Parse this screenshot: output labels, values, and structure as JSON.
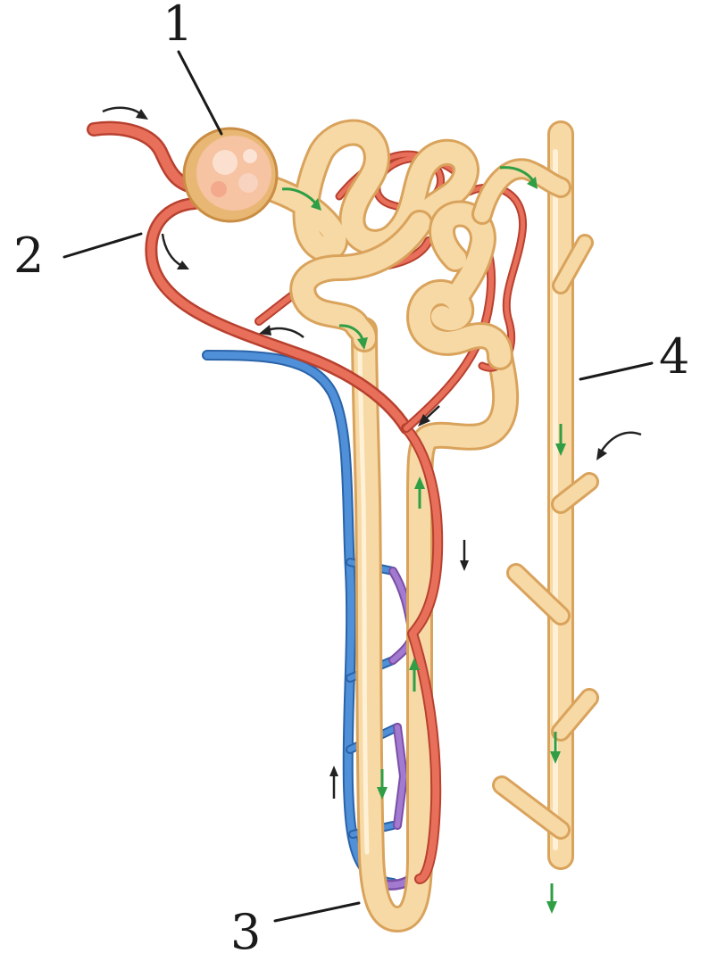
{
  "labels": {
    "one": "1",
    "two": "2",
    "three": "3",
    "four": "4"
  },
  "colors": {
    "tubule": "#f7d9a6",
    "artery": "#e8705a",
    "vein": "#4f90d8",
    "capillary_mix": "#a27bd0",
    "flow_arrow": "#2f9e44"
  },
  "icons": {
    "glomerulus": "glomerulus-capsule-icon",
    "flow_arrow": "arrow-icon"
  }
}
